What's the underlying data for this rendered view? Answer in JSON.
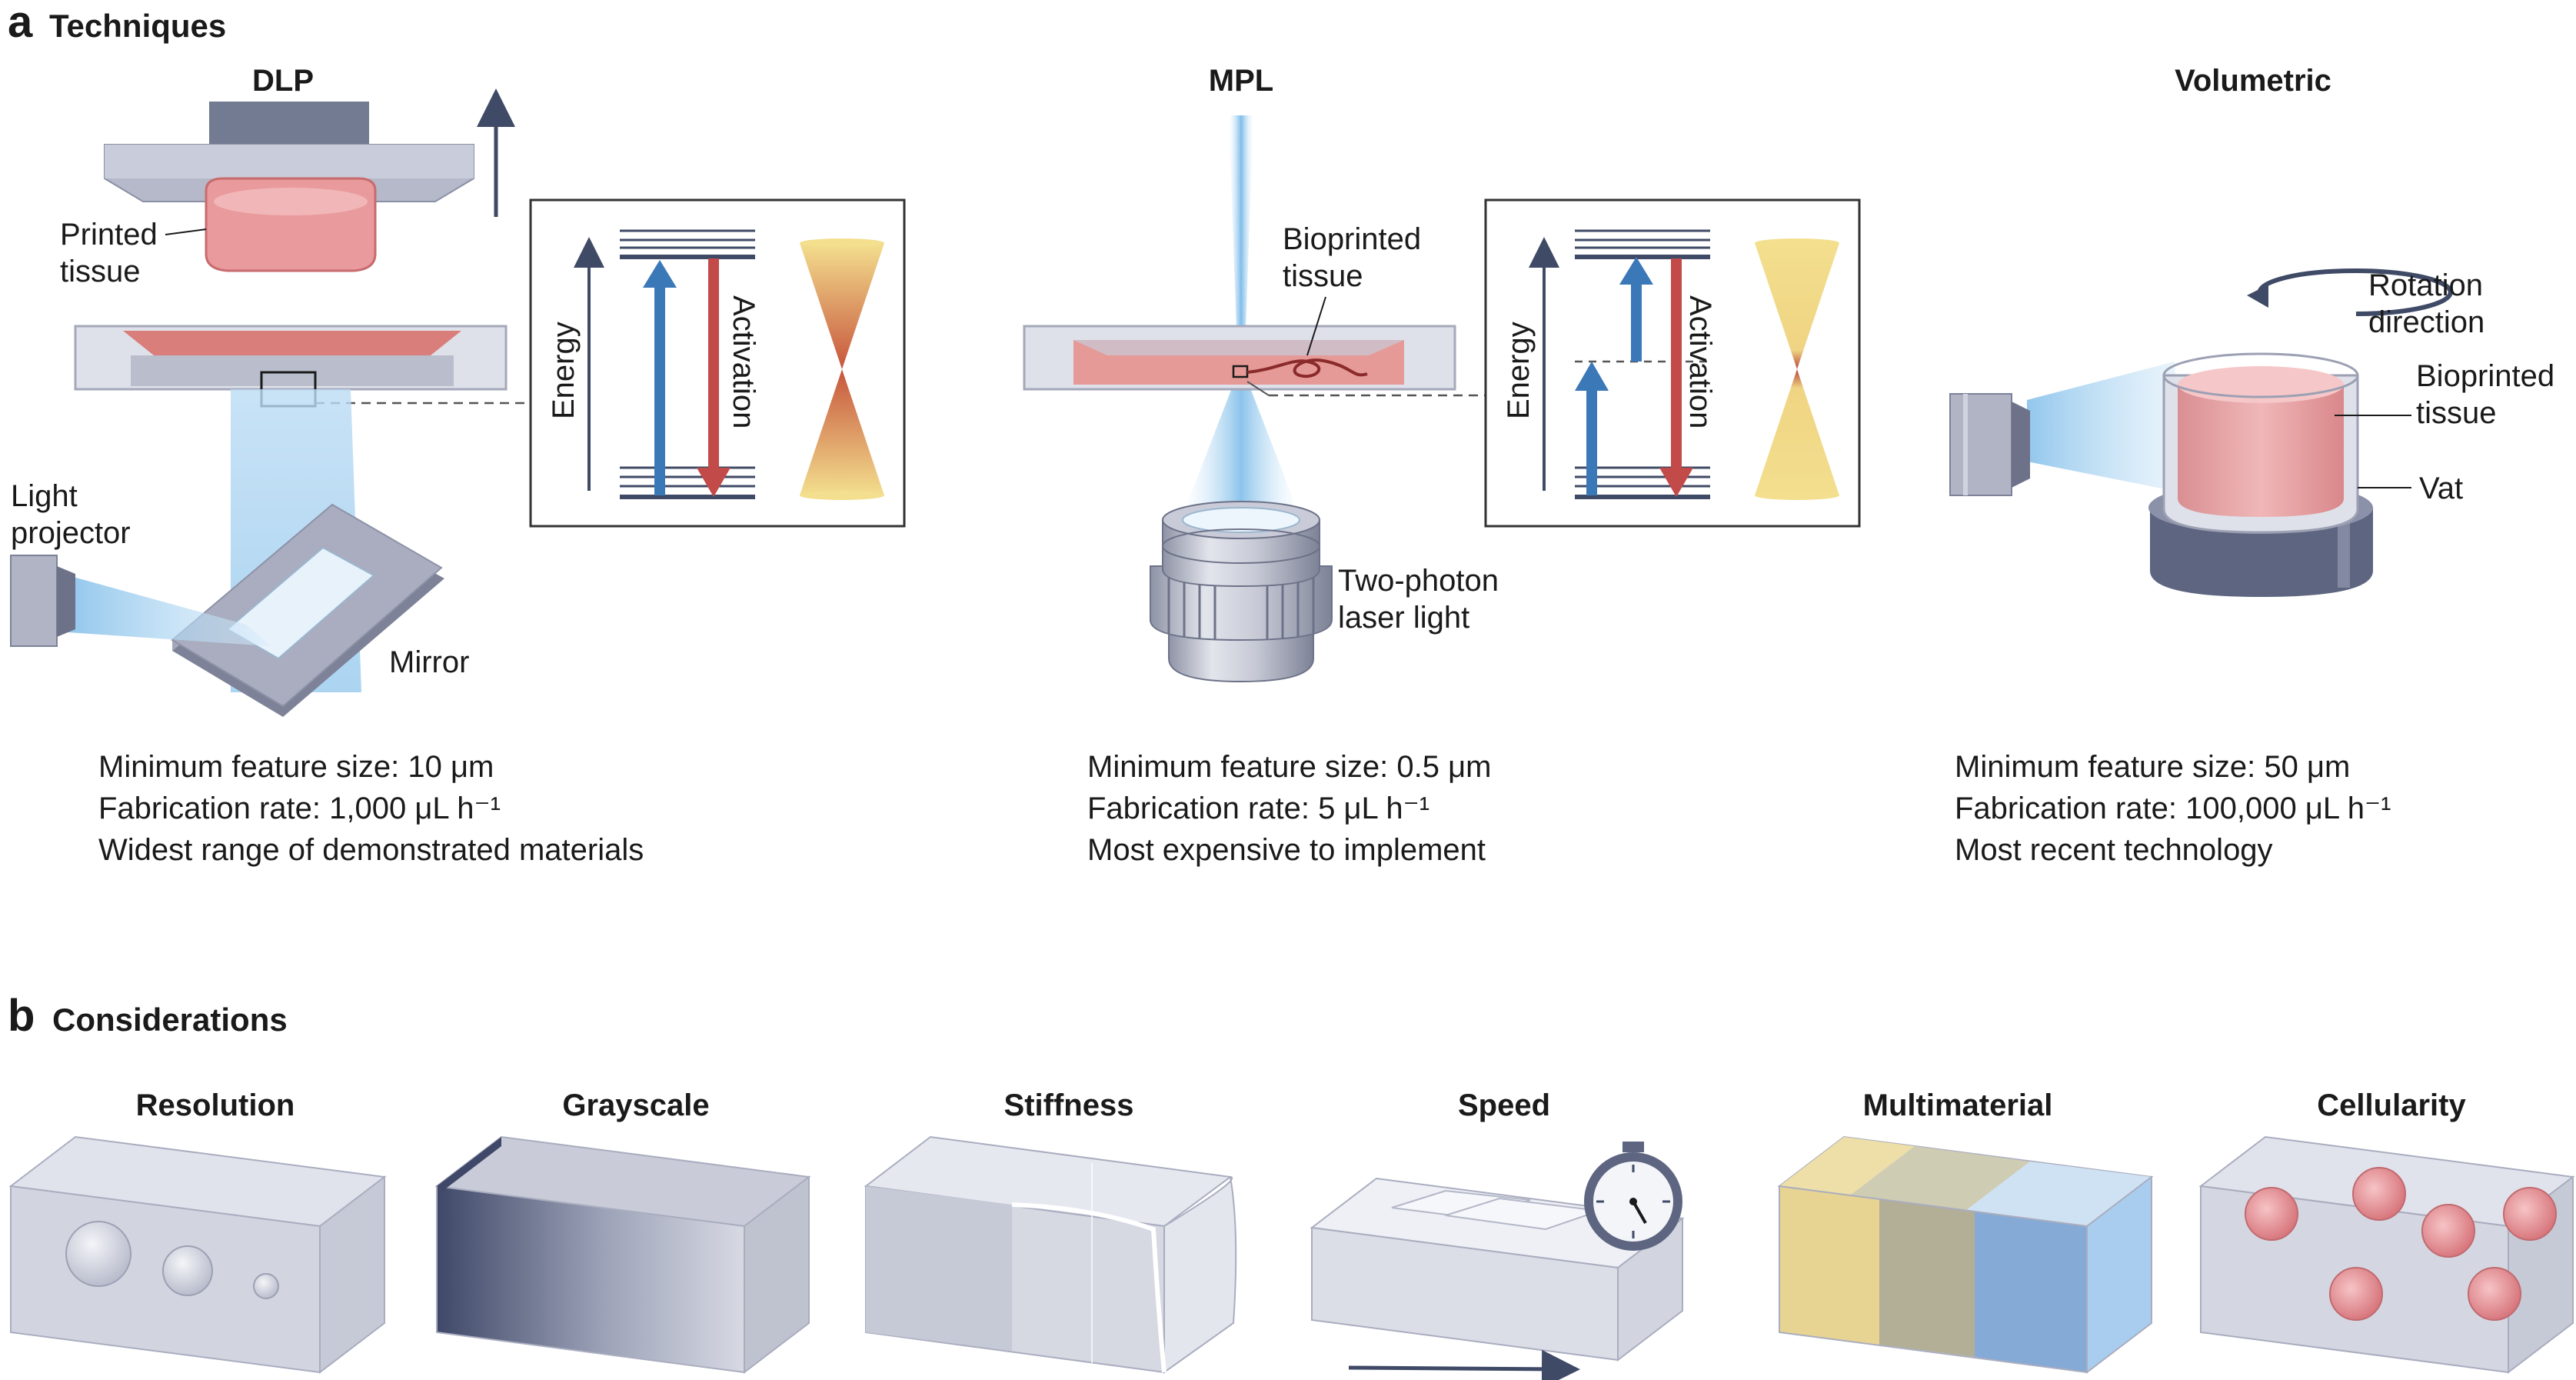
{
  "panel_a": {
    "letter": "a",
    "title": "Techniques",
    "techniques": [
      {
        "name": "DLP",
        "labels": {
          "printed_tissue_1": "Printed",
          "printed_tissue_2": "tissue",
          "light_projector_1": "Light",
          "light_projector_2": "projector",
          "mirror": "Mirror",
          "energy": "Energy",
          "activation": "Activation"
        },
        "stats": [
          "Minimum feature size: 10 μm",
          "Fabrication rate: 1,000 μL h⁻¹",
          "Widest range of demonstrated materials"
        ]
      },
      {
        "name": "MPL",
        "labels": {
          "bioprinted_1": "Bioprinted",
          "bioprinted_2": "tissue",
          "laser_1": "Two-photon",
          "laser_2": "laser light",
          "energy": "Energy",
          "activation": "Activation"
        },
        "stats": [
          "Minimum feature size: 0.5 μm",
          "Fabrication rate: 5 μL h⁻¹",
          "Most expensive to implement"
        ]
      },
      {
        "name": "Volumetric",
        "labels": {
          "rotation_1": "Rotation",
          "rotation_2": "direction",
          "bioprinted_1": "Bioprinted",
          "bioprinted_2": "tissue",
          "vat": "Vat"
        },
        "stats": [
          "Minimum feature size: 50 μm",
          "Fabrication rate: 100,000 μL h⁻¹",
          "Most recent technology"
        ]
      }
    ]
  },
  "panel_b": {
    "letter": "b",
    "title": "Considerations",
    "items": [
      "Resolution",
      "Grayscale",
      "Stiffness",
      "Speed",
      "Multimaterial",
      "Cellularity"
    ]
  },
  "colors": {
    "tissue_red": "#d96b6b",
    "arrow_blue": "#3b78b8",
    "arrow_red": "#c24a48",
    "light_blue": "#a9d3f0",
    "cone_yellow": "#f2dc8a",
    "glass_gray": "#c9ccd8",
    "dark_slate": "#4a5470"
  }
}
